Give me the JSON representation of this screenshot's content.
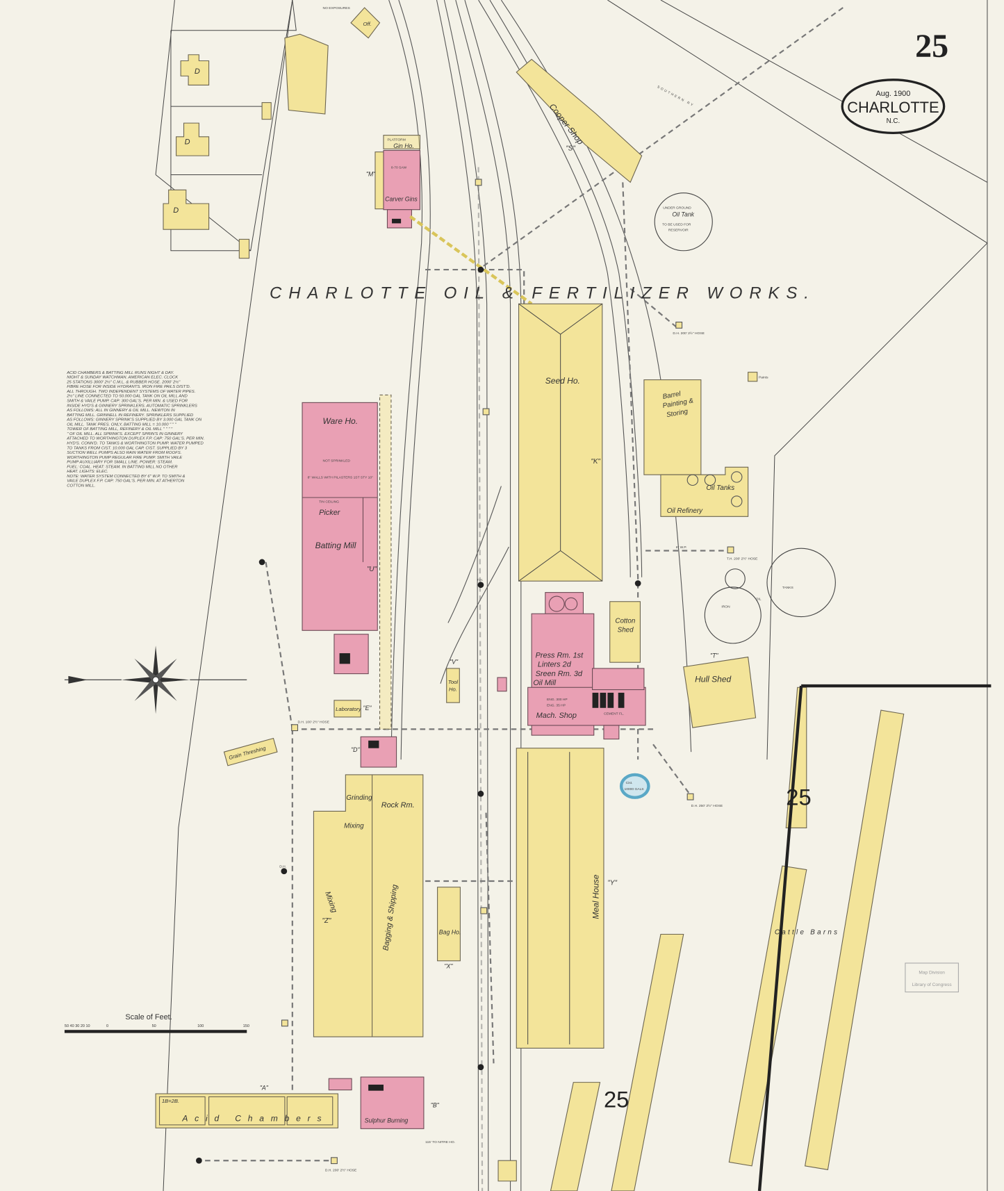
{
  "sheet": {
    "page_number": "25",
    "cartouche": {
      "date": "Aug. 1900",
      "city": "CHARLOTTE",
      "state": "N.C."
    },
    "title": "CHARLOTTE OIL & FERTILIZER WORKS.",
    "top_note": "NO EXPOSURES",
    "railway": "SOUTHERN RY",
    "stamp": [
      "Map Division",
      "Library of Congress"
    ],
    "section_numbers": [
      "25",
      "25"
    ]
  },
  "buildings": {
    "gin_ho": "Gin Ho.",
    "platform": "PLATFORM",
    "carver_gins": "Carver Gins",
    "gin_saw": "8-70 SAW",
    "ware_ho": "Ware Ho.",
    "not_sprinkled": "NOT SPRINKLED",
    "walls": "8\" WALLS WITH PILASTERS 1ST STY 10\"",
    "tin_ceiling": "TIN CEILING",
    "picker": "Picker",
    "batting_mill": "Batting Mill",
    "batting_letter": "\"U\"",
    "seed_ho": "Seed Ho.",
    "seed_letter": "\"K\"",
    "cooper_shop": "Cooper Shop",
    "cooper_letter": "\"S\"",
    "oil_tank_underground": [
      "UNDER GROUND",
      "Oil Tank",
      "TO BE USED FOR",
      "RESERVOIR"
    ],
    "barrel": [
      "Barrel",
      "Painting &",
      "Storing"
    ],
    "oil_tanks": "Oil Tanks",
    "oil_refinery": "Oil Refinery",
    "paints": "Paints",
    "iron_oil_tanks": [
      "IRON",
      "OIL",
      "TANKS"
    ],
    "press_rm": [
      "Press Rm. 1st",
      "Linters 2d",
      "Sreen Rm. 3d",
      "Oil Mill"
    ],
    "eng_300": "ENG. 300 HP",
    "eng_35": "ENG. 35 HP",
    "mach_shop": "Mach. Shop",
    "cement_fl": "CEMENT FL.",
    "cotton_shed": [
      "Cotton",
      "Shed"
    ],
    "hull_shed": "Hull Shed",
    "hull_letter": "\"T\"",
    "cistern": [
      "Cist.",
      "10000 GALS"
    ],
    "laboratory": "Laboratory",
    "lab_letter": "\"E\"",
    "tool_ho": [
      "Tool",
      "Ho."
    ],
    "tool_letter": "\"V\"",
    "grain_threshing": "Grain Threshing",
    "grinding": "Grinding",
    "rock_rm": "Rock Rm.",
    "mixing": "Mixing",
    "mixing2": "Mixing",
    "bagging": "Bagging & Shipping",
    "bldg_d": "\"D\"",
    "bldg_z": "\"Z\"",
    "bag_ho": "Bag Ho.",
    "bag_letter": "\"X\"",
    "meal_house": "Meal House",
    "meal_letter": "\"Y\"",
    "cattle_barns": "Cattle Barns",
    "acid_chambers": "Acid Chambers",
    "acid_letter": "\"A\"",
    "acid_story": "1B=2B.",
    "sulphur_burning": "Sulphur Burning",
    "sulphur_letter": "\"B\"",
    "nitre": "115' TO NITRE HO.",
    "office": "Off.",
    "dwelling": "D"
  },
  "hydrants": [
    "D.H. 200' 2½\" HOSE",
    "T.H. 200' 2½\" HOSE",
    "D.H. 100' 2½\" HOSE",
    "D.H. 250' 2½\" HOSE",
    "D.H.",
    "T.H.",
    "6\" W.P."
  ],
  "notes": [
    "ACID CHAMBERS & BATTING MILL RUNS NIGHT & DAY.",
    "NIGHT & SUNDAY WATCHMAN. AMERICAN ELEC. CLOCK",
    "25 STATIONS 3000' 2½\" C.M.L. & RUBBER HOSE. 2000' 2½\"",
    "FIBRE HOSE FOR INSIDE HYDRANTS. IRON FIRE PAILS DIST'D.",
    "ALL THROUGH. TWO INDEPENDENT SYSTEMS OF WATER PIPES.",
    "2½\" LINE CONNECTED TO 50.000 GAL TANK ON OIL MILL AND",
    "SMITH & VAILE PUMP. CAP: 300 GAL'S. PER MIN. & USED FOR",
    "INSIDE HYD'S & GINNERY SPRINKLERS. AUTOMATIC SPRINKLERS",
    "AS FOLLOWS: ALL IN GINNERY & OIL MILL. NEWTON IN",
    "BATTING MILL. GRINNELL IN REFINERY. SPRINKLERS SUPPLIED",
    "AS FOLLOWS: GINNERY SPRINK'S SUPPLIED BY 3.000 GAL TANK ON",
    "OIL MILL. TANK PRES. ONLY, BATTING MILL = 10.000 \"  \"  \"",
    "TOWER OF BATTING MILL, REFINERY & OIL MILL \"  \"  \"  \"",
    "\" OF OIL MILL. ALL SPRINK'S. EXCEPT SPRIN'S IN GINNERY",
    "ATTACHED TO WORTHINGTON DUPLEX F.P. CAP: 750 GAL'S. PER MIN.",
    "HYD'S. CONN'D. TO TANKS & WORTHINGTON PUMP. WATER PUMPED",
    "TO TANKS FROM CIST. 10.000 GAL CAP. CIST. SUPPLIED BY 3",
    "SUCTION WELL PUMPS ALSO RAIN WATER FROM ROOFS.",
    "WORTHINGTON PUMP REGULAR FIRE PUMP. SMITH VAILE",
    "PUMP AUXILLIARY FOR SMALL LINE. POWER: STEAM.",
    "FUEL: COAL. HEAT: STEAM. IN BATTING MILL NO OTHER",
    "HEAT. LIGHTS: ELEC.",
    "NOTE: WATER SYSTEM CONNECTED BY 6\" W.P. TO SMITH &",
    "VAILE DUPLEX F.P. CAP: 750 GAL'S. PER MIN. AT ATHERTON",
    "COTTON MILL."
  ],
  "scale": {
    "title": "Scale of Feet.",
    "ticks": [
      "50",
      "40",
      "30",
      "20",
      "10",
      "0",
      "50",
      "100",
      "150"
    ]
  },
  "colors": {
    "paper": "#f4f2e8",
    "frame": "#f3e49a",
    "brick": "#e9a0b4",
    "water": "#8ccbe0"
  }
}
